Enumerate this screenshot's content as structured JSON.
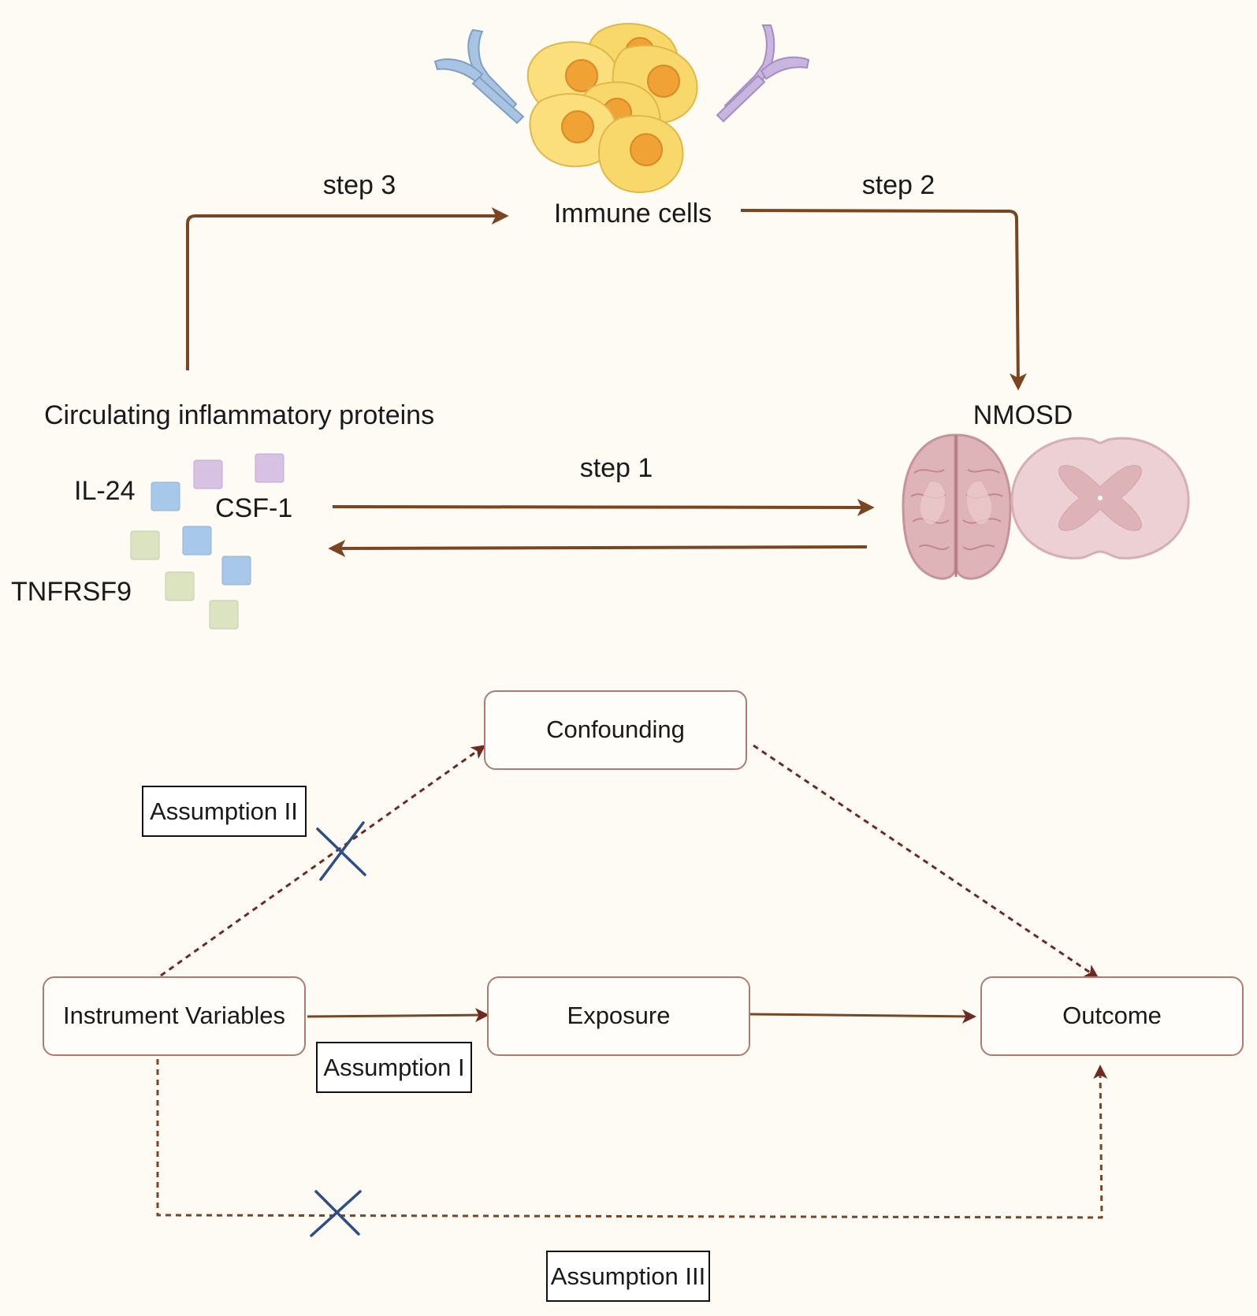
{
  "top": {
    "immune_cells": "Immune cells",
    "step3": "step 3",
    "step2": "step 2",
    "step1": "step 1",
    "proteins_title": "Circulating inflammatory proteins",
    "nmosd": "NMOSD",
    "protein_labels": [
      "IL-24",
      "CSF-1",
      "TNFRSF9"
    ]
  },
  "bottom": {
    "confounding": "Confounding",
    "instrument_variables": "Instrument Variables",
    "exposure": "Exposure",
    "outcome": "Outcome",
    "assumption_1": "Assumption I",
    "assumption_2": "Assumption II",
    "assumption_3": "Assumption III"
  },
  "colors": {
    "background": "#fdfbf4",
    "arrow": "#7a4522",
    "dashed_arrow": "#6e2a22",
    "box_border": "#b07a6f",
    "cross": "#2c4d86",
    "cell_fill": "#f8d76b",
    "cell_nucleus": "#f0a234",
    "antibody_blue": "#a9c4e2",
    "antibody_purple": "#c9b6df",
    "square_blue": "#a8c8ea",
    "square_purple": "#d8c2e4",
    "square_green": "#dce3c0",
    "brain": "#dfb4b9",
    "spinal_cord": "#ecd0d3"
  }
}
